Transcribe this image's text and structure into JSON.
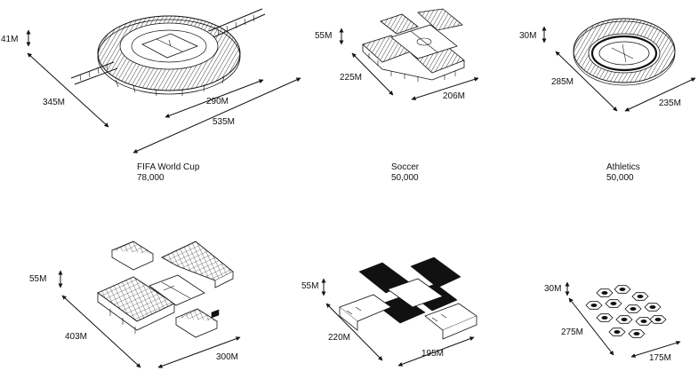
{
  "stadiums": [
    {
      "name": "FIFA World Cup",
      "capacity": "78,000",
      "height": "41M",
      "depth": "345M",
      "width": "290M",
      "length": "535M"
    },
    {
      "name": "Soccer",
      "capacity": "50,000",
      "height": "55M",
      "depth": "225M",
      "width": "206M"
    },
    {
      "name": "Athletics",
      "capacity": "50,000",
      "height": "30M",
      "depth": "285M",
      "width": "235M"
    },
    {
      "name": "",
      "capacity": "",
      "height": "55M",
      "depth": "403M",
      "width": "300M"
    },
    {
      "name": "",
      "capacity": "",
      "height": "55M",
      "depth": "220M",
      "width": "195M"
    },
    {
      "name": "",
      "capacity": "",
      "height": "30M",
      "depth": "275M",
      "width": "175M"
    }
  ]
}
